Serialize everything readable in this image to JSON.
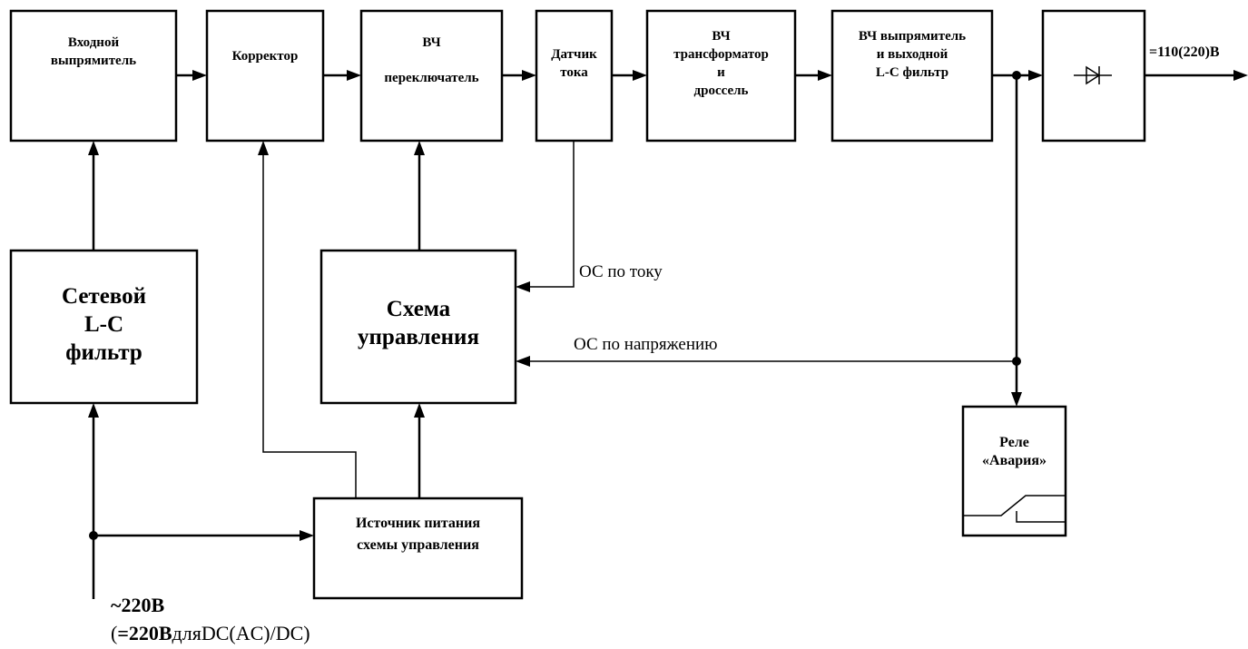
{
  "blocks": {
    "input_rectifier": "Входной\nвыпрямитель",
    "corrector": "Корректор",
    "hf_switch_top": "ВЧ",
    "hf_switch_bottom": "переключатель",
    "current_sensor": "Датчик\nтока",
    "hf_transformer": "ВЧ\nтрансформатор\nи\nдроссель",
    "hf_rectifier": "ВЧ выпрямитель\nи выходной\nL-C фильтр",
    "mains_filter": "Сетевой\nL-C\nфильтр",
    "control_circuit": "Схема\nуправления",
    "power_supply": "Источник питания\nсхемы управления",
    "relay": "Реле\n«Авария»"
  },
  "labels": {
    "output": "=110(220)В",
    "fb_current": "ОС по току",
    "fb_voltage": "ОС по напряжению",
    "input_main": "~220В",
    "input_alt_open": "(",
    "input_alt_bold": "=220В",
    "input_alt_rest": "дляDC(AC)/DC)"
  },
  "icons": [
    "diode-icon",
    "relay-contact-icon"
  ],
  "colors": {
    "stroke": "#000000",
    "background": "#ffffff"
  }
}
